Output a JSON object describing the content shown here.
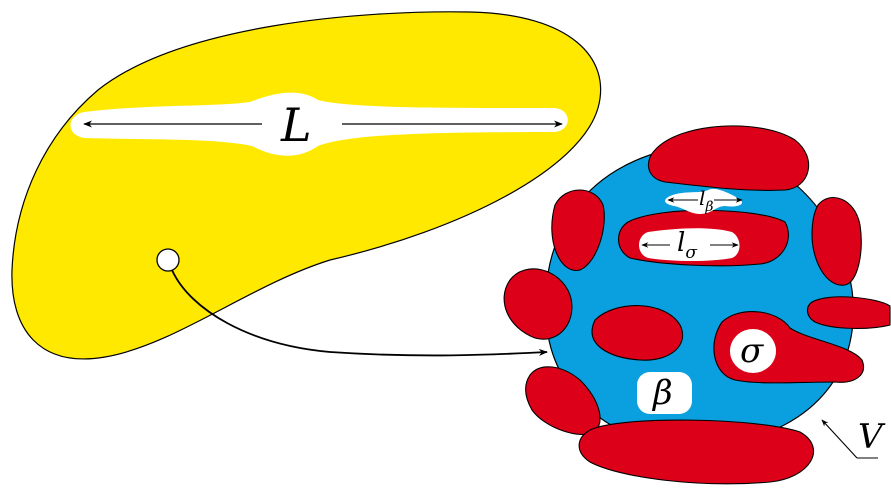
{
  "labels": {
    "macro_length": "L",
    "sigma": "σ",
    "beta": "β",
    "volume": "V",
    "l_beta_base": "l",
    "l_beta_sub": "β",
    "l_sigma_base": "l",
    "l_sigma_sub": "σ"
  },
  "colors": {
    "macro_region": "#FFE900",
    "micro_domain": "#0A9FDF",
    "sigma_phase": "#DD0019",
    "pore": "#FFFFFF",
    "outline": "#000000"
  }
}
